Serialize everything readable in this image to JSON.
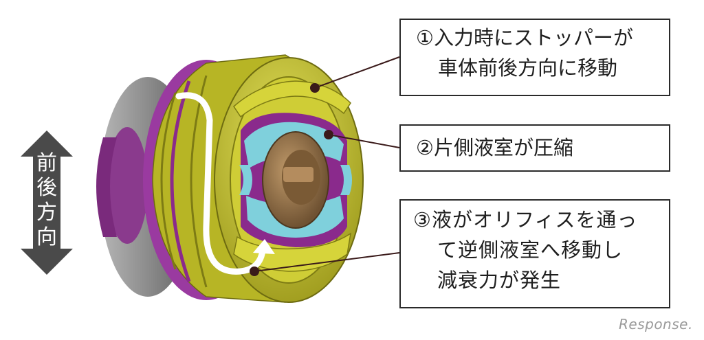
{
  "callouts": [
    {
      "lines": [
        "①入力時にストッパーが",
        "車体前後方向に移動"
      ]
    },
    {
      "lines": [
        "②片側液室が圧縮"
      ]
    },
    {
      "lines": [
        "③液がオリフィスを通っ",
        "て逆側液室へ移動し",
        "減衰力が発生"
      ]
    }
  ],
  "direction_arrow": {
    "label": [
      "前",
      "後",
      "方",
      "向"
    ]
  },
  "watermark": "Response.",
  "colors": {
    "housing_yellow": "#c9c728",
    "accent_purple": "#8a2a8c",
    "fluid_cyan": "#7fd0dc",
    "bushing_brown": "#9a7447",
    "cylinder_gray": "#8a8a8a",
    "arrow_gray": "#4a4a4a",
    "leader_line": "#3a1a1a"
  }
}
